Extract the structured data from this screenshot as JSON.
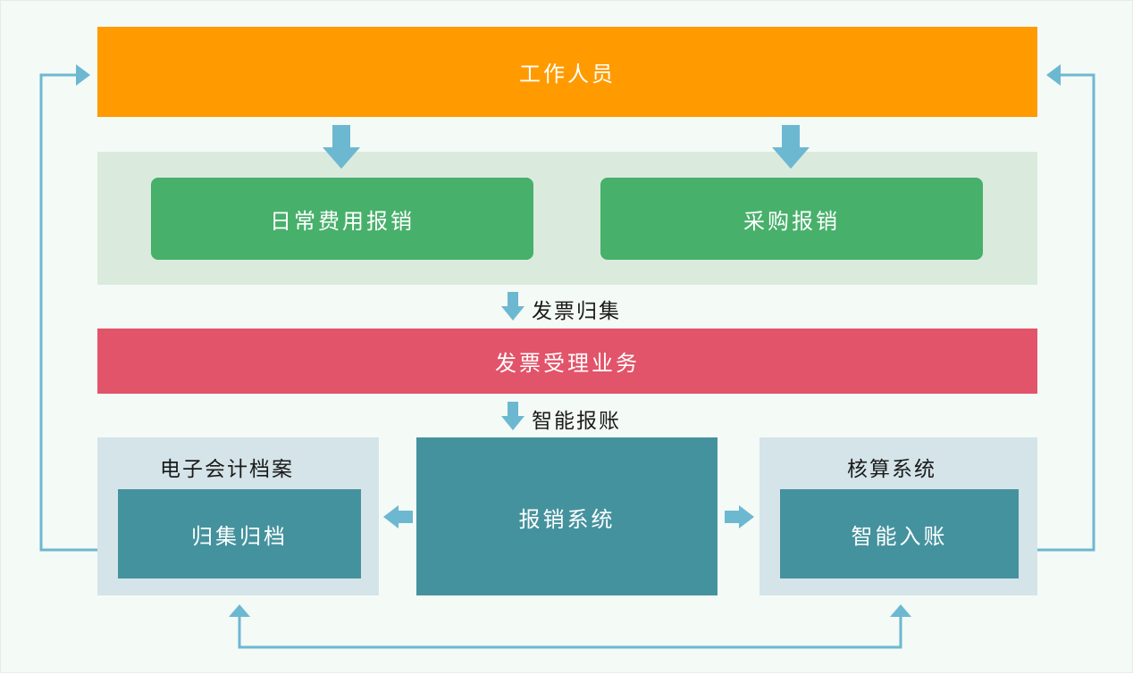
{
  "top": {
    "label": "工作人员",
    "color": "#ff9b00"
  },
  "reimbursement": {
    "panel_color": "#daeadd",
    "items": [
      {
        "label": "日常费用报销"
      },
      {
        "label": "采购报销"
      }
    ],
    "item_color": "#47b06a"
  },
  "steps": {
    "invoice_collect": "发票归集",
    "smart_reimburse": "智能报账"
  },
  "invoice_service": {
    "label": "发票受理业务",
    "color": "#e25469"
  },
  "archive": {
    "title": "电子会计档案",
    "inner": "归集归档"
  },
  "reimburse_system": {
    "label": "报销系统"
  },
  "accounting": {
    "title": "核算系统",
    "inner": "智能入账"
  },
  "colors": {
    "teal_box": "#44929e",
    "blue_panel": "#d4e4e8",
    "arrow": "#6db8d1"
  }
}
